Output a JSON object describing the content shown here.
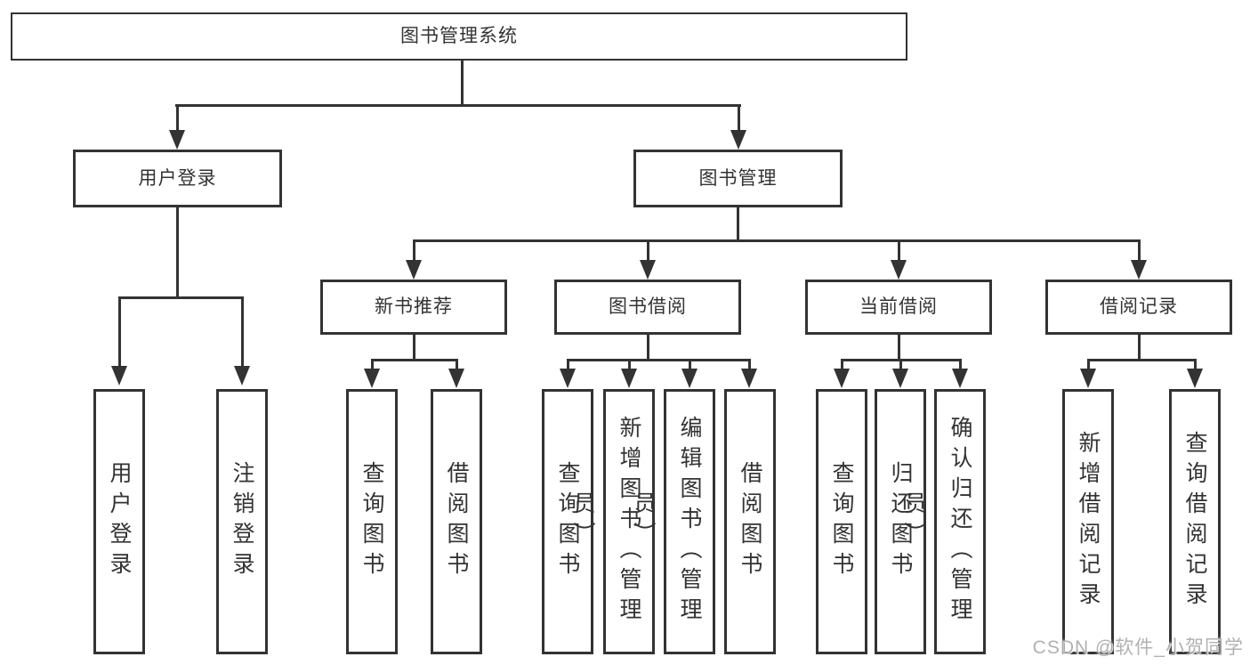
{
  "diagram": {
    "title_hint": "functional structure chart",
    "root": {
      "label": "图书管理系统"
    },
    "level2": [
      {
        "label": "用户登录"
      },
      {
        "label": "图书管理"
      }
    ],
    "level3": [
      {
        "label": "新书推荐"
      },
      {
        "label": "图书借阅"
      },
      {
        "label": "当前借阅"
      },
      {
        "label": "借阅记录"
      }
    ],
    "leaves": [
      {
        "label": "用户登录"
      },
      {
        "label": "注销登录"
      },
      {
        "label": "查询图书"
      },
      {
        "label": "借阅图书"
      },
      {
        "label": "查询图书"
      },
      {
        "label": "新增图书（管理员）"
      },
      {
        "label": "编辑图书（管理员）"
      },
      {
        "label": "借阅图书"
      },
      {
        "label": "查询图书"
      },
      {
        "label": "归还图书"
      },
      {
        "label": "确认归还（管理员）"
      },
      {
        "label": "新增借阅记录"
      },
      {
        "label": "查询借阅记录"
      }
    ]
  },
  "watermark": {
    "text": "CSDN @软件_小贺同学"
  },
  "colors": {
    "line": "#333333",
    "text": "#333333",
    "box_background": "#ffffff",
    "page_background": "#ffffff",
    "watermark": "#aaaaaa"
  }
}
